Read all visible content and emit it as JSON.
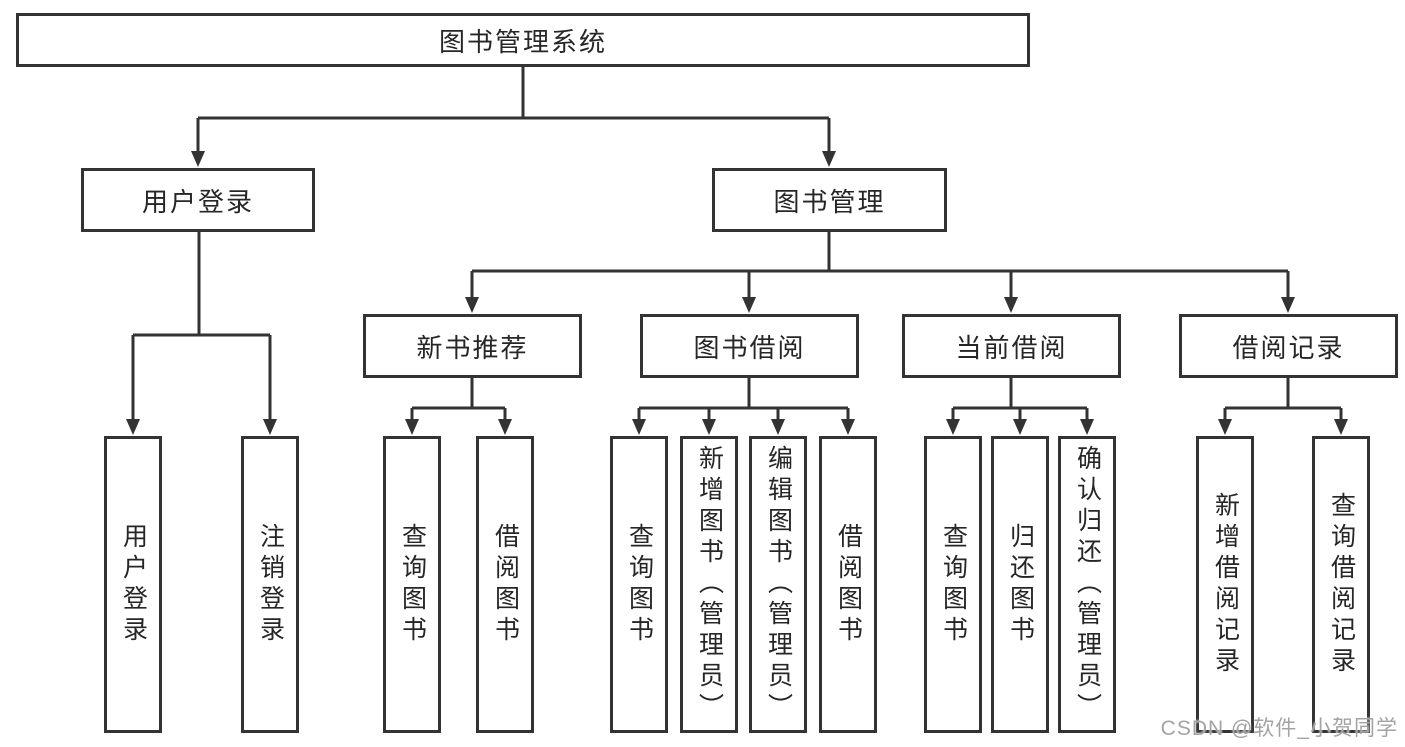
{
  "tree": {
    "root": "图书管理系统",
    "level2": [
      {
        "label": "用户登录",
        "leaves": [
          "用户登录",
          "注销登录"
        ]
      },
      {
        "label": "图书管理",
        "sections": [
          {
            "label": "新书推荐",
            "leaves": [
              "查询图书",
              "借阅图书"
            ]
          },
          {
            "label": "图书借阅",
            "leaves": [
              "查询图书",
              "新增图书（管理员）",
              "编辑图书（管理员）",
              "借阅图书"
            ]
          },
          {
            "label": "当前借阅",
            "leaves": [
              "查询图书",
              "归还图书",
              "确认归还（管理员）"
            ]
          },
          {
            "label": "借阅记录",
            "leaves": [
              "新增借阅记录",
              "查询借阅记录"
            ]
          }
        ]
      }
    ]
  },
  "watermark": "CSDN @软件_小贺同学",
  "colors": {
    "line": "#333333",
    "text": "#262626",
    "background": "#ffffff",
    "watermark": "#a3a3a3"
  }
}
